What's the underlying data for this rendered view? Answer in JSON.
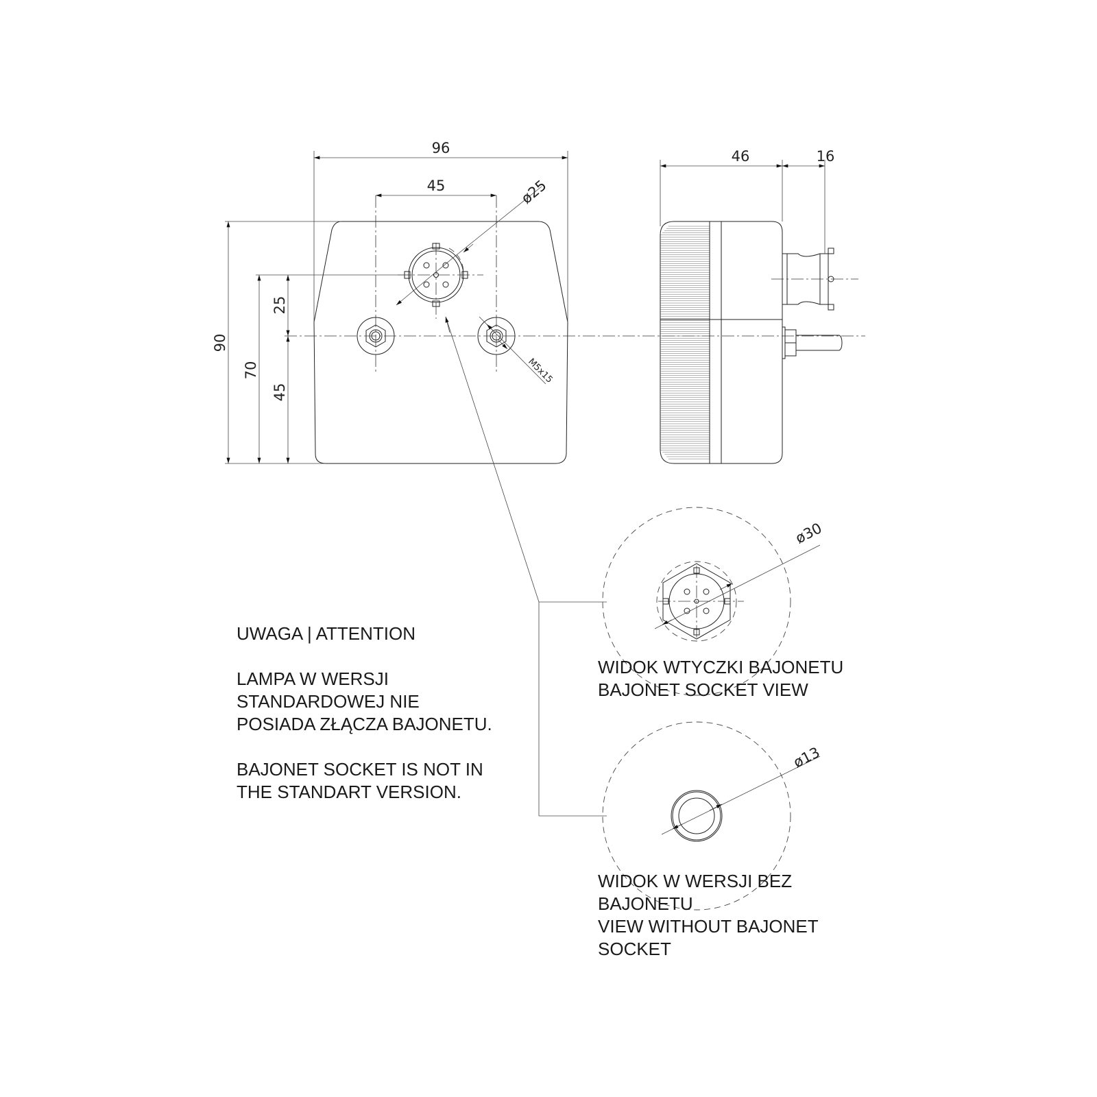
{
  "dimensions": {
    "width": "96",
    "bolt_spacing": "45",
    "connector_diameter": "ø25",
    "height": "90",
    "connector_height": "70",
    "connector_offset": "25",
    "bolt_height": "45",
    "bolt_thread": "M5x15",
    "depth": "46",
    "connector_depth": "16",
    "socket_view_diameter": "ø30",
    "plain_view_diameter": "ø13"
  },
  "note": {
    "title": "UWAGA | ATTENTION",
    "pl_lines": [
      "LAMPA W WERSJI",
      "STANDARDOWEJ NIE",
      "POSIADA ZŁĄCZA BAJONETU."
    ],
    "en_lines": [
      "BAJONET SOCKET IS NOT IN",
      "THE STANDART VERSION."
    ]
  },
  "socket_view_label": [
    "WIDOK WTYCZKI BAJONETU",
    "BAJONET SOCKET VIEW"
  ],
  "plain_view_label": [
    "WIDOK W WERSJI BEZ",
    "BAJONETU",
    "VIEW WITHOUT BAJONET",
    "SOCKET"
  ]
}
